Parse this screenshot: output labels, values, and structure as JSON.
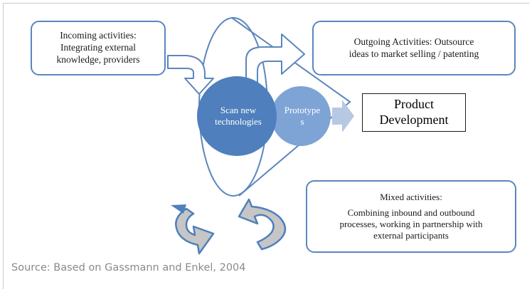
{
  "incoming": {
    "line1": "Incoming activities:",
    "line2": "Integrating external",
    "line3": "knowledge, providers"
  },
  "outgoing": {
    "line1": "Outgoing Activities: Outsource",
    "line2": "ideas to market selling / patenting"
  },
  "mixed": {
    "line1": "Mixed activities:",
    "line2": "Combining inbound and outbound",
    "line3": "processes, working in partnership with",
    "line4": "external participants"
  },
  "product": {
    "line1": "Product",
    "line2": "Development"
  },
  "scan": {
    "line1": "Scan new",
    "line2": "technologies"
  },
  "prototypes": {
    "line1": "Prototype",
    "line2": "s"
  },
  "source": "Source: Based on Gassmann and Enkel, 2004",
  "colors": {
    "box_border": "#5b86be",
    "scan_circle": "#4f7fbd",
    "prototype_circle": "#7ea4d6",
    "arrow_light": "#b7c8e3",
    "cycle_arrow_fill": "#c6c6c6"
  }
}
